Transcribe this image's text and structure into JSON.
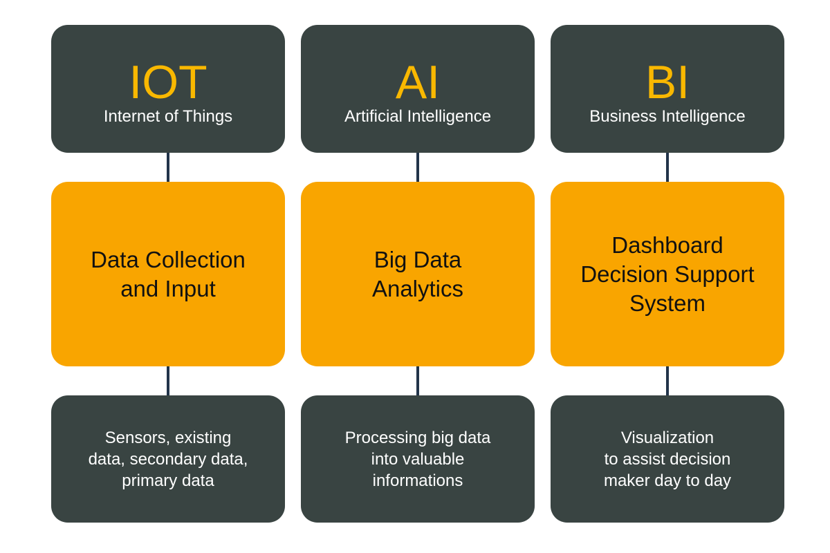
{
  "columns": [
    {
      "acronym": "IOT",
      "full_name": "Internet of Things",
      "role": "Data Collection\nand Input",
      "description": "Sensors, existing\ndata, secondary data,\nprimary data"
    },
    {
      "acronym": "AI",
      "full_name": "Artificial Intelligence",
      "role": "Big Data\nAnalytics",
      "description": "Processing big data\ninto valuable\ninformations"
    },
    {
      "acronym": "BI",
      "full_name": "Business Intelligence",
      "role": "Dashboard\nDecision Support\nSystem",
      "description": "Visualization\nto assist decision\nmaker day to day"
    }
  ],
  "colors": {
    "dark_box": "#394442",
    "orange_box": "#f9a500",
    "acronym_text": "#f9b800",
    "connector": "#22344a"
  }
}
